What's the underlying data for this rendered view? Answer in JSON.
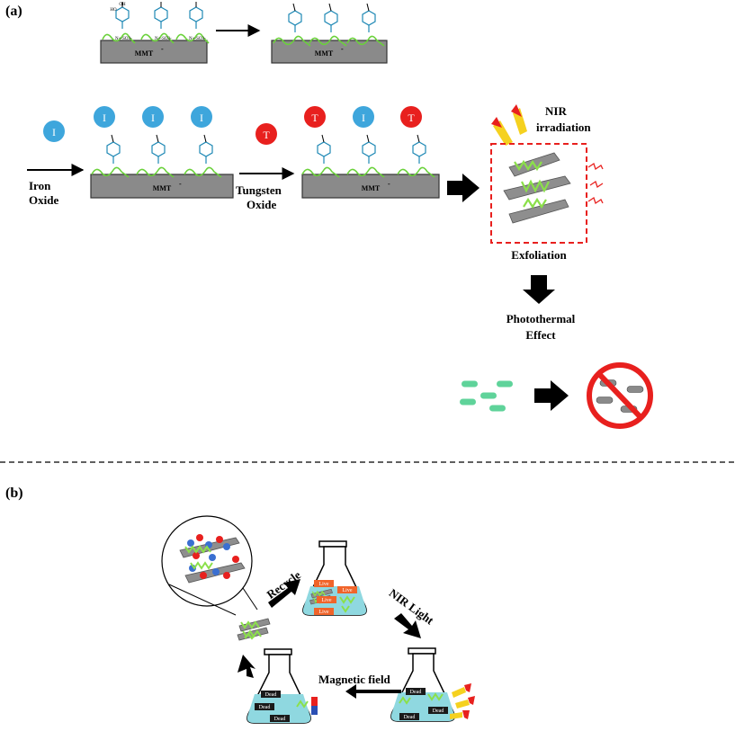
{
  "panel_a": {
    "label": "(a)",
    "substrate_label": "MMT",
    "substrate_charge": "-",
    "molecule_labels": {
      "hydroxyl_top": "OH",
      "hydroxyl_left": "HO",
      "quaternary": "N+",
      "sulfonate": "N+-SO3-",
      "oxygen": "O"
    },
    "iron_oxide_badge": "I",
    "tungsten_oxide_badge": "T",
    "step_iron": "Iron\nOxide",
    "step_iron_line1": "Iron",
    "step_iron_line2": "Oxide",
    "step_tungsten_line1": "Tungsten",
    "step_tungsten_line2": "Oxide",
    "nir_line1": "NIR",
    "nir_line2": "irradiation",
    "exfoliation": "Exfoliation",
    "photothermal_line1": "Photothermal",
    "photothermal_line2": "Effect",
    "colors": {
      "iron_badge": "#3ea6dc",
      "tungsten_badge": "#e8201e",
      "bacteria": "#5fd39a",
      "prohibit": "#e8201e",
      "dashed_box": "#e8201e"
    }
  },
  "panel_b": {
    "label": "(b)",
    "recycle": "Recycle",
    "nir_light": "NIR Light",
    "magnetic_field": "Magnetic  field",
    "live_tag": "Live",
    "dead_tag": "Dead",
    "colors": {
      "live_tag": "#f0642a",
      "dead_tag": "#1a1a1a",
      "water": "#8fd8e0"
    }
  }
}
